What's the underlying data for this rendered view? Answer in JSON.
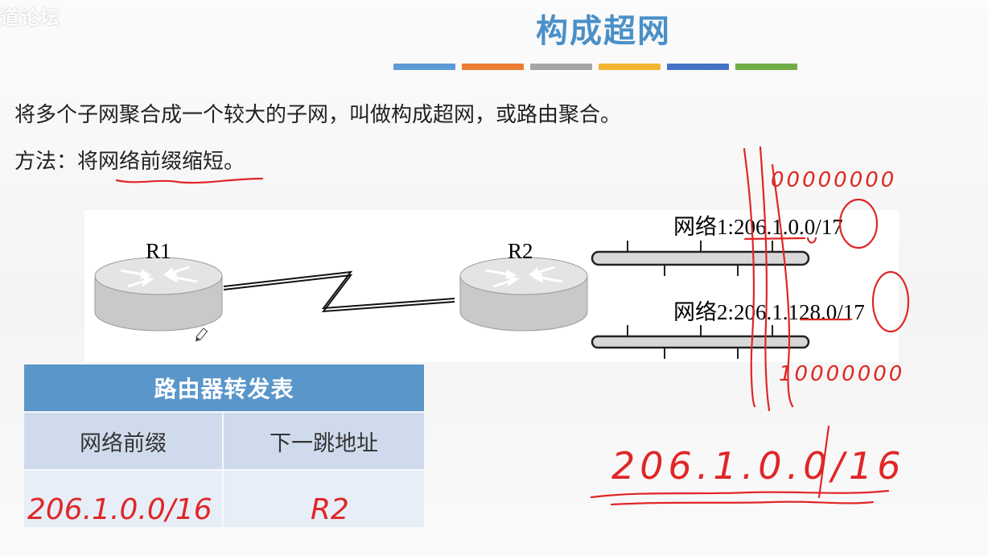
{
  "watermark": "道论坛",
  "slide": {
    "title": "构成超网",
    "divider_colors": [
      "#5b9bd5",
      "#ed7d31",
      "#a5a5a5",
      "#f2b632",
      "#4472c4",
      "#70ad47"
    ],
    "definition": "将多个子网聚合成一个较大的子网，叫做构成超网，或路由聚合。",
    "method_prefix": "方法：",
    "method_text": "将网络前缀缩短。"
  },
  "diagram": {
    "router1_label": "R1",
    "router2_label": "R2",
    "network1_label": "网络1:206.1.0.0/17",
    "network2_label": "网络2:206.1.128.0/17"
  },
  "routing_table": {
    "title": "路由器转发表",
    "headers": [
      "网络前缀",
      "下一跳地址"
    ],
    "rows": [
      {
        "prefix": "206.1.0.0/16",
        "next_hop": "R2"
      }
    ]
  },
  "annotations": {
    "bits_top": "00000000",
    "bits_bottom": "10000000",
    "aggregate": "206.1.0.0/16",
    "colors": {
      "ink": "#e02626"
    }
  }
}
